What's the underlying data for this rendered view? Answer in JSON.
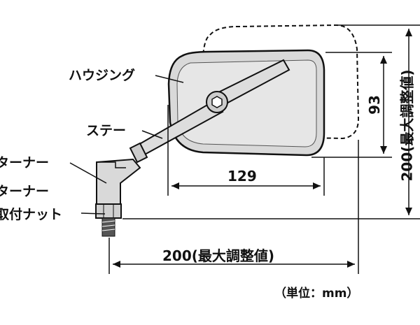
{
  "labels": {
    "housing": "ハウジング",
    "stay": "ステー",
    "turner1": "ターナー",
    "turner2": "ターナー",
    "mount_nut": "取付ナット"
  },
  "dimensions": {
    "width_mirror": "129",
    "height_mirror": "93",
    "height_max": "200(最大調整値)",
    "width_max": "200(最大調整値)"
  },
  "unit_note": "（単位：mm）"
}
